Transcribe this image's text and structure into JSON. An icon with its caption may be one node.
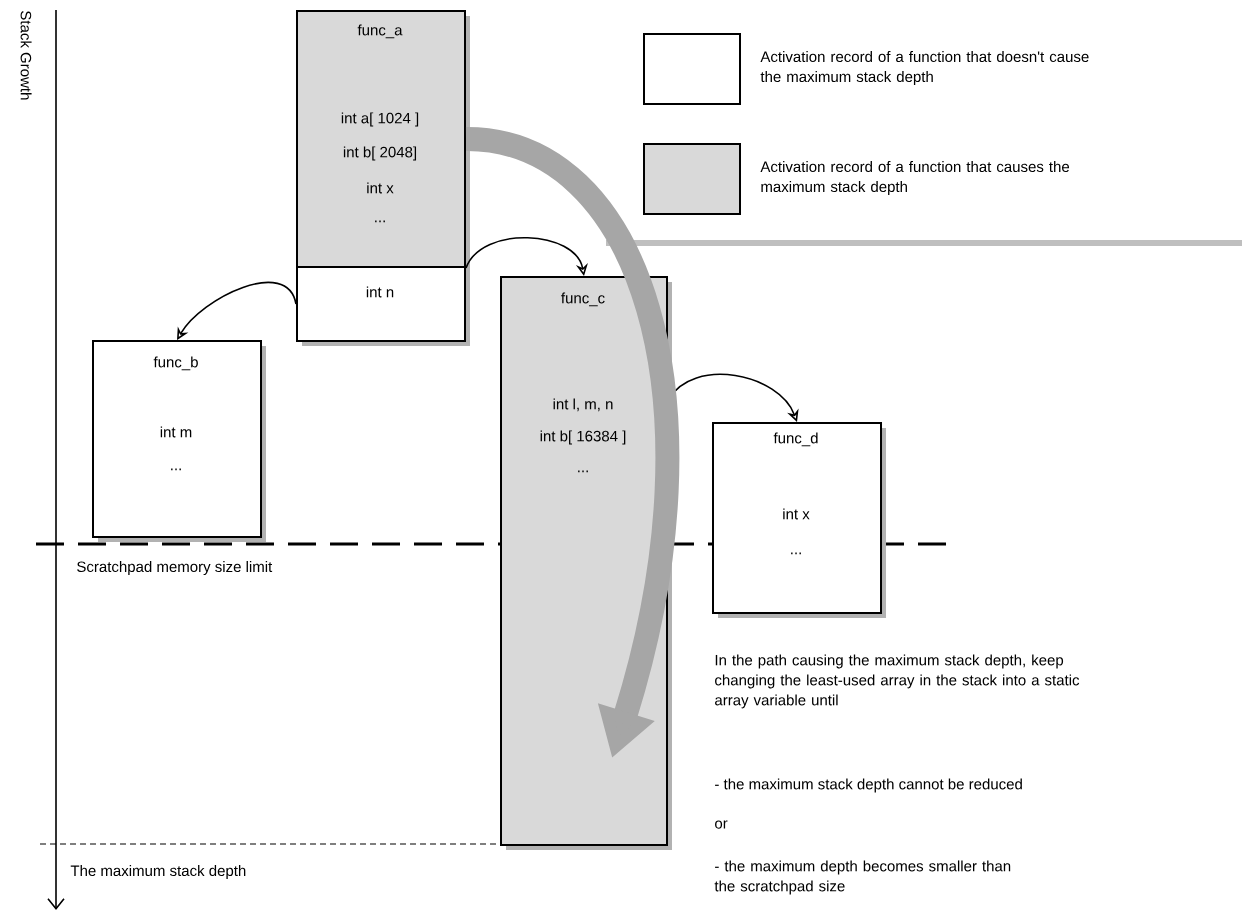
{
  "diagram": {
    "nodes": [
      {
        "text": [
          "func_a",
          "int a[ 1024 ]",
          "int b[ 2048]",
          "int x",
          "..."
        ]
      },
      {
        "text": [
          "int n"
        ]
      },
      {
        "text": [
          "func_b",
          "int m",
          "..."
        ]
      },
      {
        "text": [
          "func_c",
          "int l, m, n",
          "int b[ 16384 ]",
          "..."
        ]
      },
      {
        "text": [
          "func_d",
          "int x",
          "..."
        ]
      }
    ],
    "edges": [
      {
        "from": 1,
        "to": 2,
        "arrow": "to"
      },
      {
        "from": 0,
        "to": 3,
        "arrow": "to"
      },
      {
        "from": 3,
        "to": 4,
        "arrow": "to"
      },
      {
        "from": 0,
        "to": 3,
        "arrow": "to",
        "style": "thick",
        "color": "#a6a6a6"
      }
    ],
    "labels": [
      "Stack Growth",
      "Scratchpad memory size limit",
      "The maximum stack depth",
      "In the path causing the maximum stack depth, keep changing the least-used array in the stack into a static array variable until",
      "- the maximum stack depth cannot be reduced",
      "or",
      "- the maximum depth becomes smaller than the scratchpad size"
    ],
    "legend": [
      {
        "text": "Activation record of a function that doesn't cause the maximum stack depth"
      },
      {
        "text": "Activation record of a function that causes the maximum stack depth",
        "color": "#d9d9d9"
      }
    ]
  }
}
